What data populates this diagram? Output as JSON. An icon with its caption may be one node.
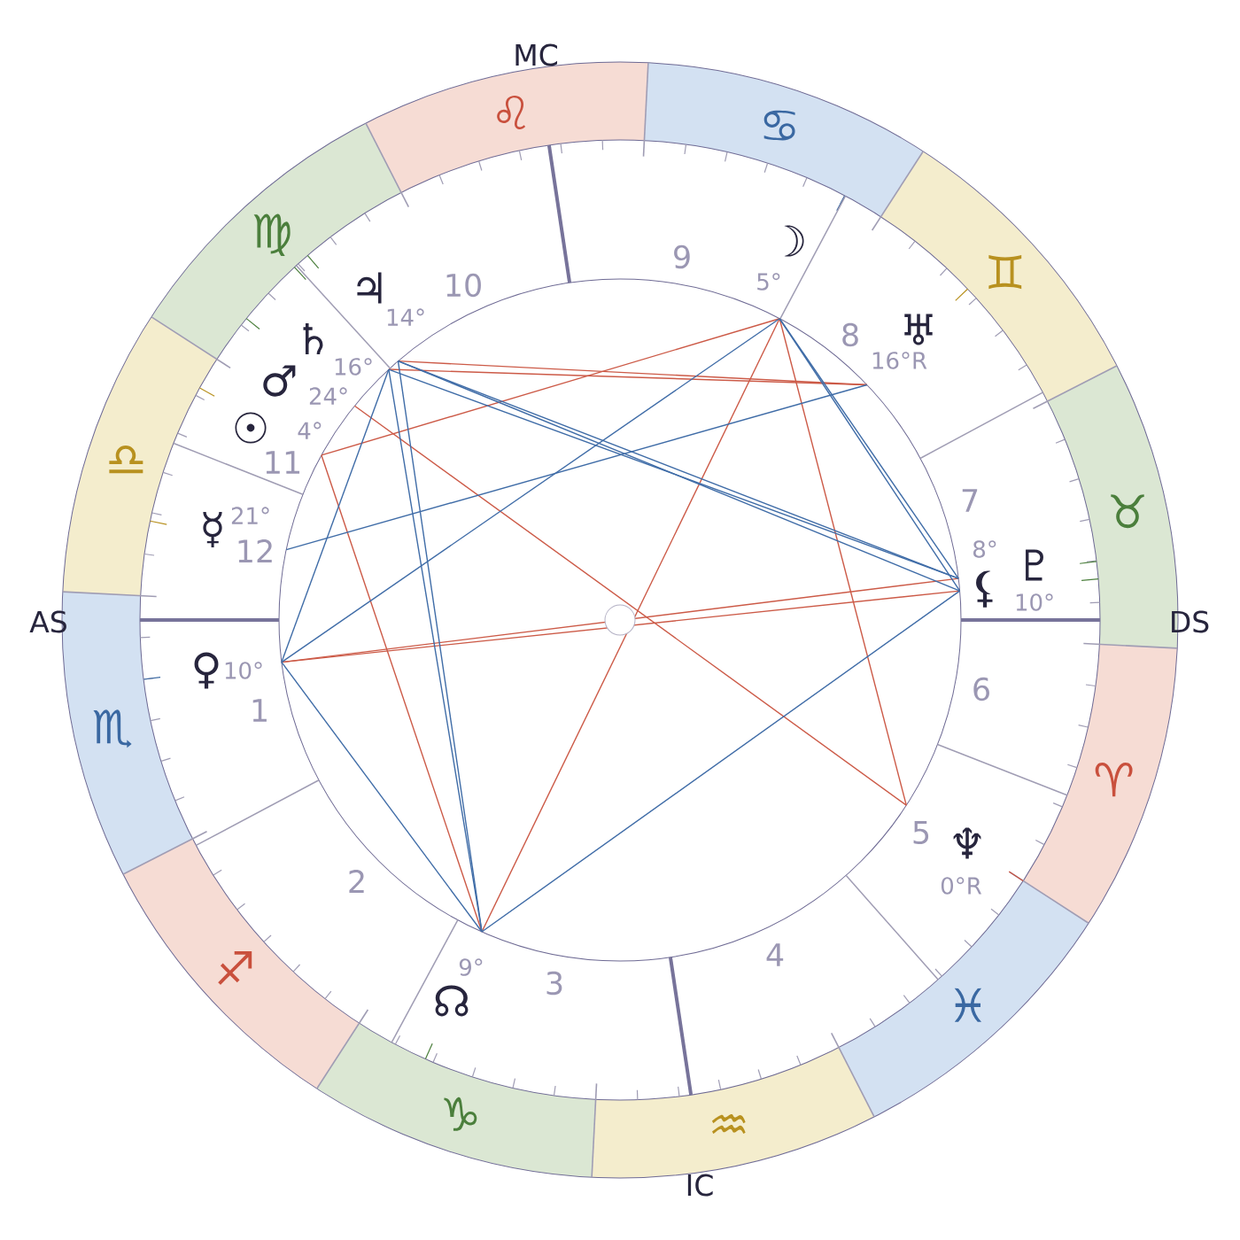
{
  "diagram": {
    "nodes": [
      {
        "text": [
          "♈"
        ]
      },
      {
        "text": [
          "♉"
        ]
      },
      {
        "text": [
          "♊"
        ]
      },
      {
        "text": [
          "♋"
        ]
      },
      {
        "text": [
          "♌"
        ]
      },
      {
        "text": [
          "♍"
        ]
      },
      {
        "text": [
          "♎"
        ]
      },
      {
        "text": [
          "♏"
        ]
      },
      {
        "text": [
          "♐"
        ]
      },
      {
        "text": [
          "♑"
        ]
      },
      {
        "text": [
          "♒"
        ]
      },
      {
        "text": [
          "♓"
        ]
      }
    ],
    "labels": [
      "MC",
      "☽",
      "5°",
      "9",
      "10",
      "♃",
      "14°",
      "♅",
      "16°R",
      "8",
      "♄",
      "16°",
      "♂",
      "24°",
      "☉",
      "4°",
      "11",
      "7",
      "☿",
      "21°",
      "12",
      "8°",
      "⚸",
      "♇",
      "10°",
      "AS",
      "DS",
      "♀",
      "10°",
      "6",
      "1",
      "♆",
      "5",
      "0°R",
      "2",
      "4",
      "3",
      "9°",
      "☊",
      "IC"
    ]
  }
}
